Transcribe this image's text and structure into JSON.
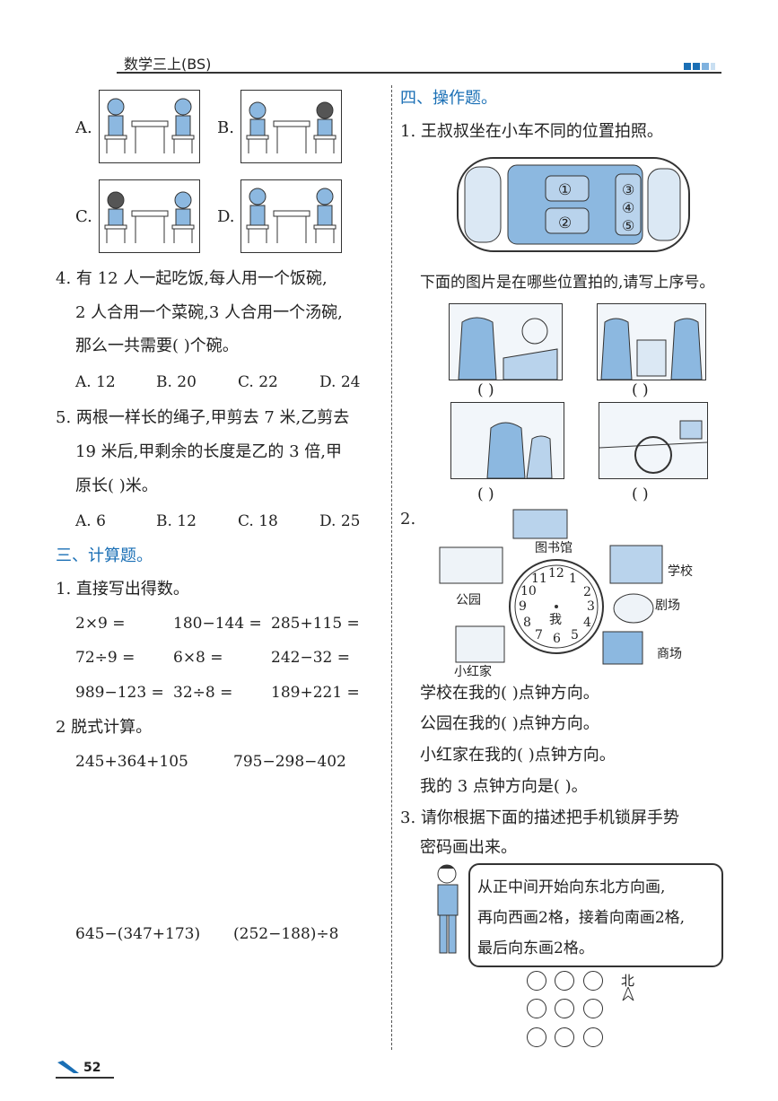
{
  "header": {
    "title": "数学三上(BS)"
  },
  "footer": {
    "page_number": "52"
  },
  "left": {
    "options_pics": [
      {
        "label": "A."
      },
      {
        "label": "B."
      },
      {
        "label": "C."
      },
      {
        "label": "D."
      }
    ],
    "q4": {
      "line1": "4. 有 12 人一起吃饭,每人用一个饭碗,",
      "line2": "2 人合用一个菜碗,3 人合用一个汤碗,",
      "line3": "那么一共需要(     )个碗。",
      "options": [
        "A. 12",
        "B. 20",
        "C. 22",
        "D. 24"
      ]
    },
    "q5": {
      "line1": "5. 两根一样长的绳子,甲剪去 7 米,乙剪去",
      "line2": "19 米后,甲剩余的长度是乙的 3 倍,甲",
      "line3": "原长(     )米。",
      "options": [
        "A. 6",
        "B. 12",
        "C. 18",
        "D. 25"
      ]
    },
    "section3": {
      "title": "三、计算题。"
    },
    "calc1": {
      "title": "1. 直接写出得数。",
      "rows": [
        [
          "2×9 =",
          "180−144 =",
          "285+115 ="
        ],
        [
          "72÷9 =",
          "6×8 =",
          "242−32 ="
        ],
        [
          "989−123 =",
          "32÷8 =",
          "189+221 ="
        ]
      ]
    },
    "calc2": {
      "title": "2  脱式计算。",
      "row1": [
        "245+364+105",
        "795−298−402"
      ],
      "row2": [
        "645−(347+173)",
        "(252−188)÷8"
      ]
    }
  },
  "right": {
    "section4": {
      "title": "四、操作题。"
    },
    "op1": {
      "title": "1. 王叔叔坐在小车不同的位置拍照。",
      "seats": [
        "①",
        "②",
        "③",
        "④",
        "⑤"
      ],
      "instruction": "下面的图片是在哪些位置拍的,请写上序号。",
      "blanks": [
        "(     )",
        "(     )",
        "(     )",
        "(     )"
      ]
    },
    "op2": {
      "num": "2.",
      "places": {
        "library": "图书馆",
        "school": "学校",
        "park": "公园",
        "theater": "剧场",
        "home": "小红家",
        "mall": "商场"
      },
      "center": "我",
      "clock_numbers": [
        "12",
        "1",
        "2",
        "3",
        "4",
        "5",
        "6",
        "7",
        "8",
        "9",
        "10",
        "11"
      ],
      "q1": "学校在我的(     )点钟方向。",
      "q2": "公园在我的(     )点钟方向。",
      "q3": "小红家在我的(     )点钟方向。",
      "q4": "我的 3 点钟方向是(     )。"
    },
    "op3": {
      "line1": "3. 请你根据下面的描述把手机锁屏手势",
      "line2": "密码画出来。",
      "bubble": [
        "从正中间开始向东北方向画,",
        "再向西画2格，接着向南画2格,",
        "最后向东画2格。"
      ],
      "north": "北"
    }
  }
}
